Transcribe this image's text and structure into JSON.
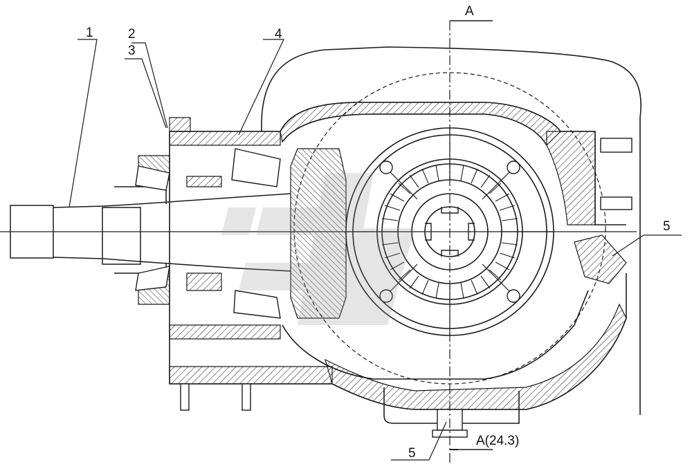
{
  "drawing": {
    "section_label": "A",
    "section_ref": "A(24.3)",
    "callouts": [
      "1",
      "2",
      "3",
      "4",
      "5",
      "5"
    ]
  },
  "colors": {
    "line": "#1a1a1a",
    "hatch": "#333333",
    "watermark": "#8c8c8c",
    "background": "#ffffff"
  }
}
